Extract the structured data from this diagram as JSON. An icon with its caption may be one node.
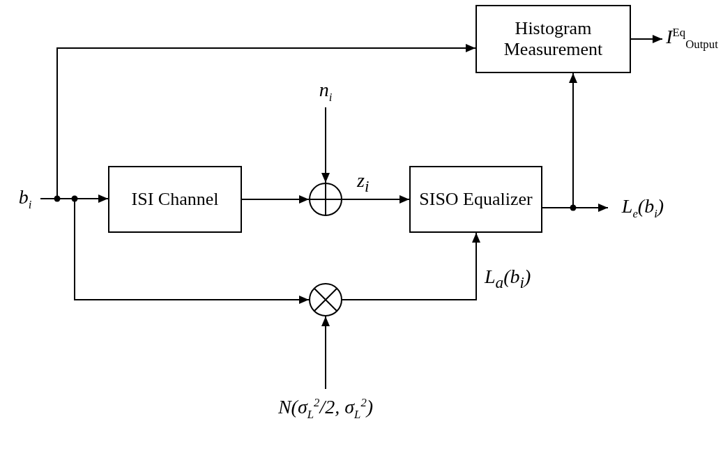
{
  "diagram": {
    "nodes": [
      {
        "text": [
          "Histogram Measurement"
        ]
      },
      {
        "text": [
          "*I*$^{Eq}$$_{Output}$"
        ]
      },
      {
        "text": [
          "n$_{i}$"
        ]
      },
      {
        "text": [
          "b$_{i}$"
        ]
      },
      {
        "text": [
          "ISI Channel"
        ]
      },
      {
        "text": [],
        "shape": "circle"
      },
      {
        "text": [
          "SISO Equalizer"
        ]
      },
      {
        "text": [
          "L$_{e}$(b$_{i}$)"
        ]
      },
      {
        "text": [],
        "shape": "circle"
      },
      {
        "text": [
          "N(σ$_{L}$$^{2}$/2, σ$_{L}$$^{2}$)"
        ]
      }
    ],
    "edges": [
      {
        "from": 3,
        "to": 0,
        "arrow": "to"
      },
      {
        "from": 3,
        "to": 4,
        "arrow": "to"
      },
      {
        "from": 3,
        "to": 8,
        "arrow": "to"
      },
      {
        "from": 4,
        "to": 5,
        "arrow": "to"
      },
      {
        "from": 2,
        "to": 5,
        "arrow": "to"
      },
      {
        "from": 5,
        "to": 6,
        "arrow": "to",
        "label": "z$_{i}$"
      },
      {
        "from": 6,
        "to": 0,
        "arrow": "to"
      },
      {
        "from": 6,
        "to": 7,
        "arrow": "to"
      },
      {
        "from": 8,
        "to": 6,
        "arrow": "to",
        "label": "L$_{a}$(b$_{i}$)"
      },
      {
        "from": 9,
        "to": 8,
        "arrow": "to"
      },
      {
        "from": 0,
        "to": 1,
        "arrow": "to"
      }
    ]
  }
}
